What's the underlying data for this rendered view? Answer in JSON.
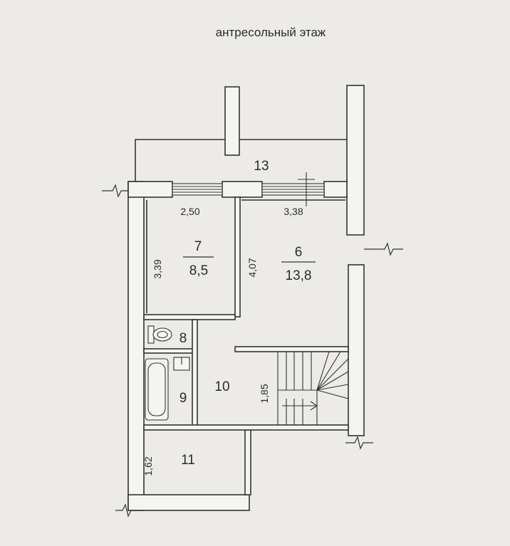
{
  "title": "антресольный этаж",
  "rooms": [
    {
      "id": "13",
      "number": "13",
      "area": ""
    },
    {
      "id": "7",
      "number": "7",
      "area": "8,5"
    },
    {
      "id": "6",
      "number": "6",
      "area": "13,8"
    },
    {
      "id": "8",
      "number": "8",
      "area": ""
    },
    {
      "id": "9",
      "number": "9",
      "area": ""
    },
    {
      "id": "10",
      "number": "10",
      "area": ""
    },
    {
      "id": "11",
      "number": "11",
      "area": ""
    }
  ],
  "dimensions": {
    "room7_width": "2,50",
    "room7_height": "3,39",
    "room6_width": "3,38",
    "room6_height": "4,07",
    "room10_height": "1,85",
    "room11_height": "1,62"
  },
  "colors": {
    "paper": "#ecebe7",
    "wall_fill": "#f4f4f1",
    "line": "#333333"
  },
  "icons": [
    "toilet-icon",
    "bathtub-icon",
    "sink-icon",
    "staircase-icon",
    "window-icon",
    "break-line-icon"
  ]
}
